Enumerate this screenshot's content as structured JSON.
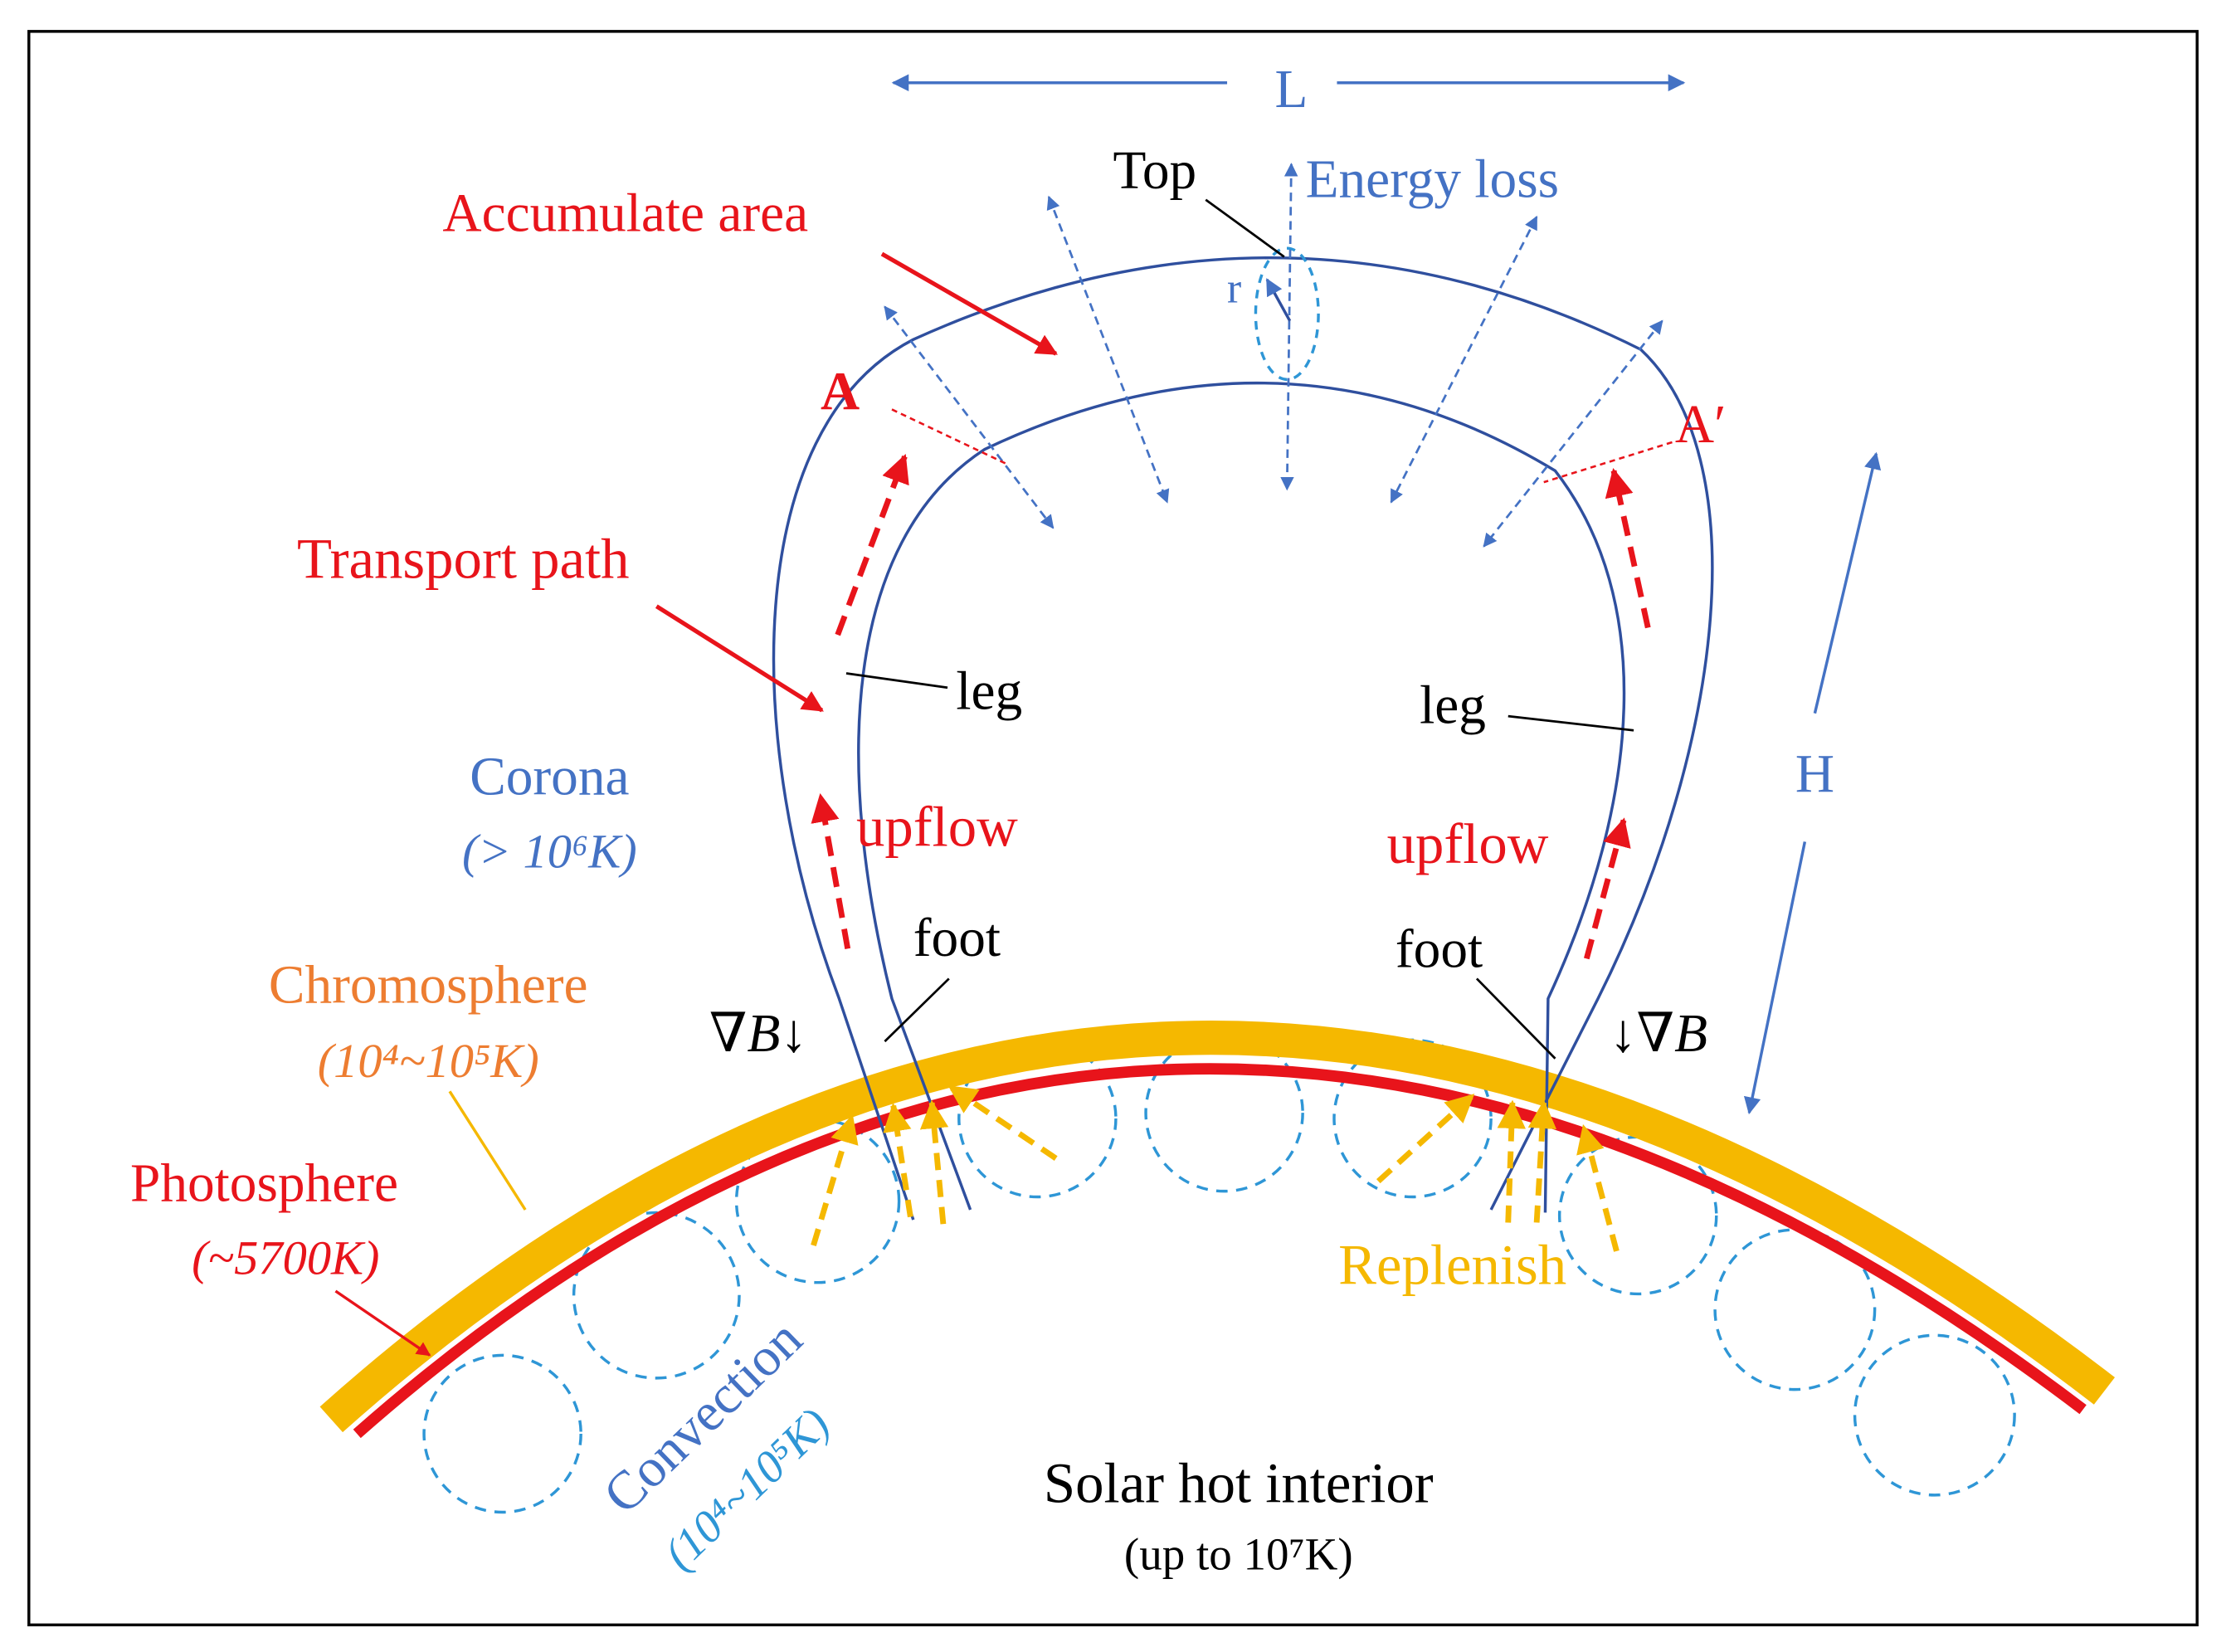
{
  "labels": {
    "L": "L",
    "top": "Top",
    "energy_loss": "Energy loss",
    "accumulate_area": "Accumulate area",
    "A": "A",
    "A_prime": "A′",
    "r": "r",
    "transport_path": "Transport path",
    "leg_left": "leg",
    "leg_right": "leg",
    "corona": "Corona",
    "corona_temp": "(> 10⁶K)",
    "upflow_left": "upflow",
    "upflow_right": "upflow",
    "H": "H",
    "foot_left": "foot",
    "foot_right": "foot",
    "chromosphere": "Chromosphere",
    "chromosphere_temp": "(10⁴~10⁵K)",
    "gradB_left": "∇B↓",
    "gradB_right": "↓∇B",
    "photosphere": "Photosphere",
    "photosphere_temp": "(~5700K)",
    "replenish": "Replenish",
    "convection": "Convection",
    "convection_temp": "(10⁴~10⁵K)",
    "interior": "Solar hot interior",
    "interior_temp": "(up to 10⁷K)"
  },
  "colors": {
    "loop": "#2f4f9e",
    "energy_arrow": "#4472c4",
    "red": "#e8141b",
    "chromosphere": "#f5b800",
    "photosphere": "#e8141b",
    "convection_cell": "#2e96d6",
    "corona_text": "#4472c4",
    "chromosphere_text": "#ed7d31"
  }
}
